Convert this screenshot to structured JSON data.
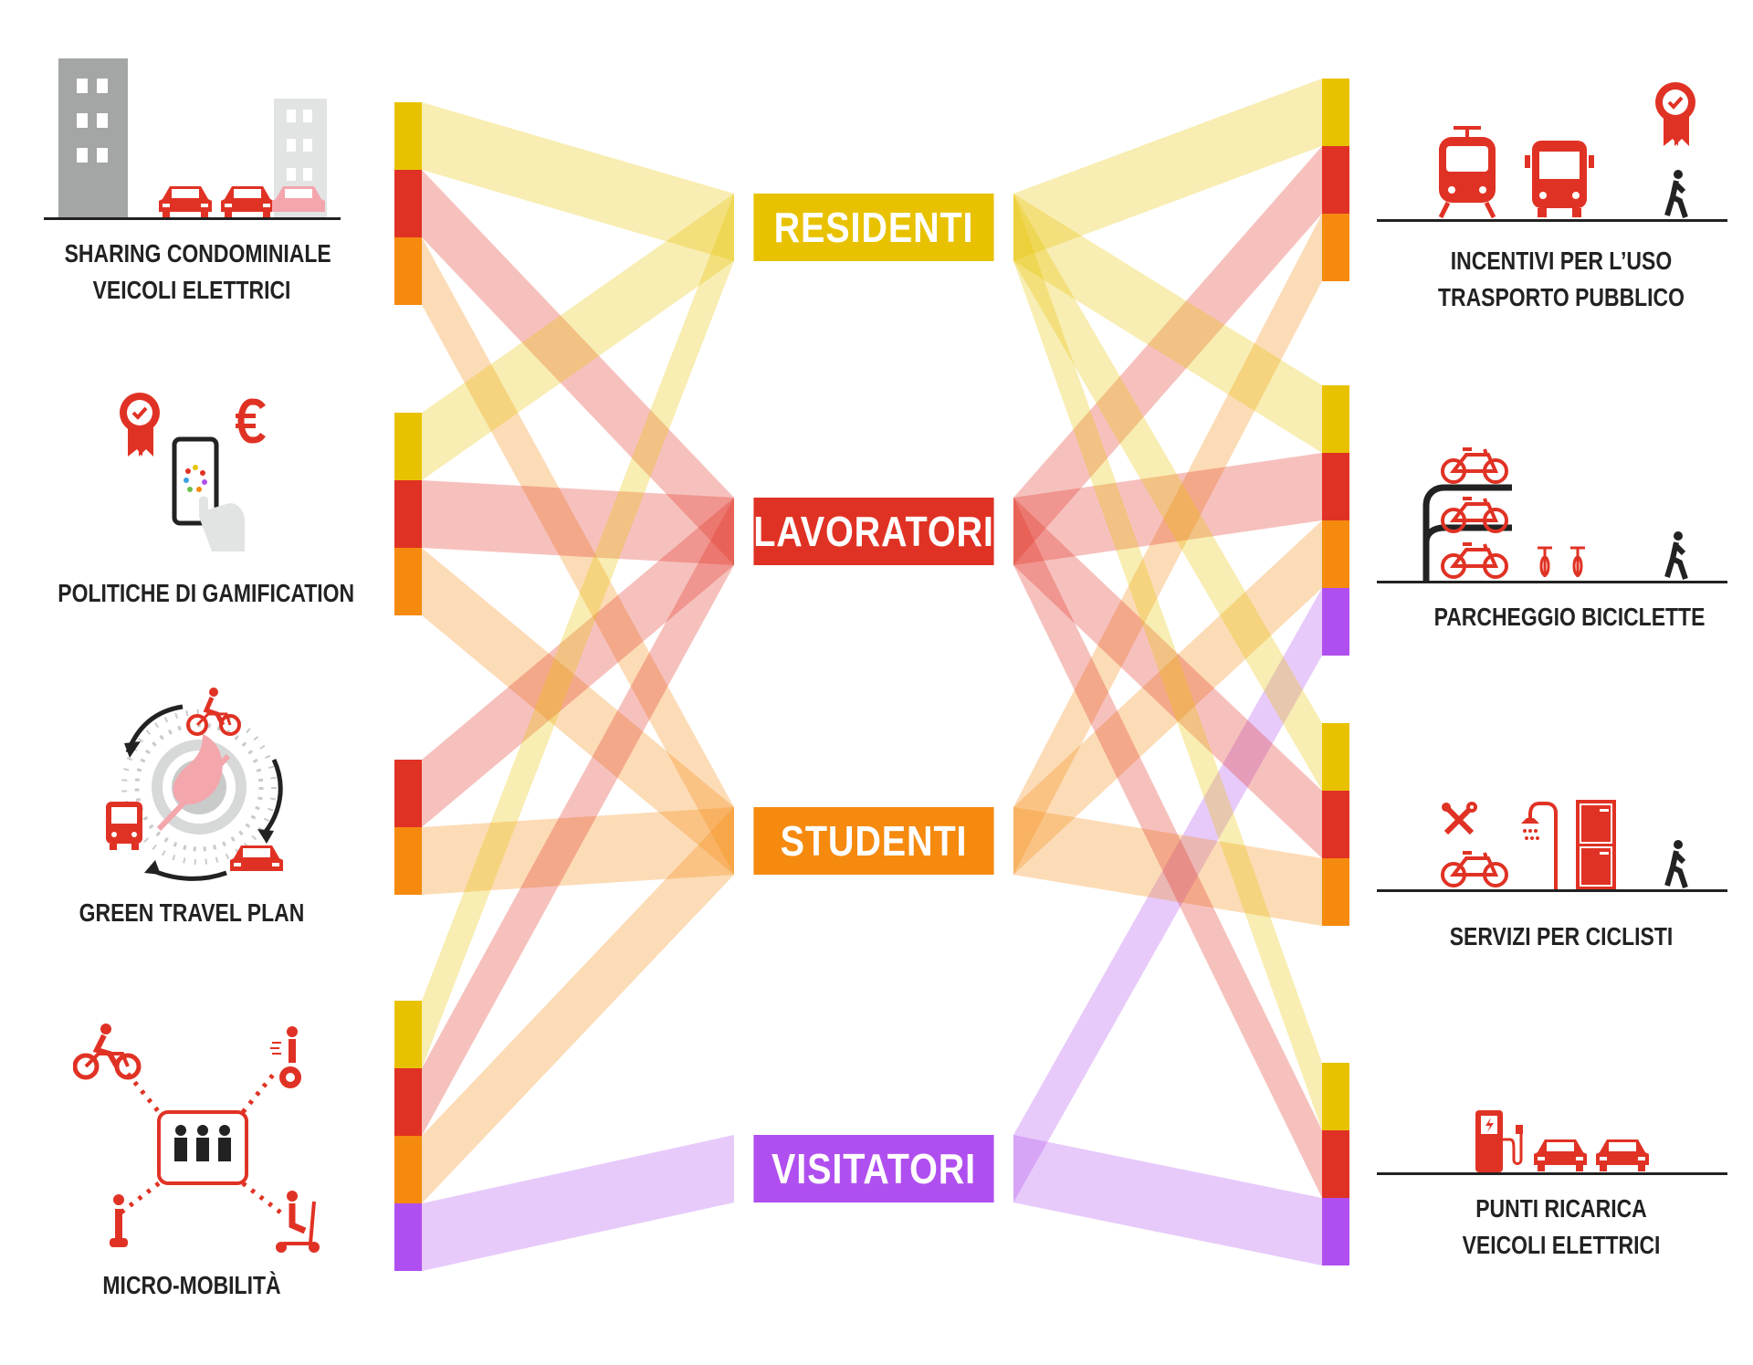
{
  "hubs": [
    {
      "id": "residenti",
      "label": "RESIDENTI",
      "color": "#e8c200"
    },
    {
      "id": "lavoratori",
      "label": "LAVORATORI",
      "color": "#e03224"
    },
    {
      "id": "studenti",
      "label": "STUDENTI",
      "color": "#f58a0f"
    },
    {
      "id": "visitatori",
      "label": "VISITATORI",
      "color": "#b04ff0"
    }
  ],
  "measures_left": [
    {
      "id": "sharing",
      "lines": [
        "SHARING CONDOMINIALE",
        "VEICOLI ELETTRICI"
      ],
      "icons": [
        "building-icon",
        "car-icon"
      ]
    },
    {
      "id": "gamification",
      "lines": [
        "POLITICHE DI GAMIFICATION"
      ],
      "icons": [
        "award-badge-icon",
        "smartphone-icon",
        "euro-icon"
      ]
    },
    {
      "id": "green-travel",
      "lines": [
        "GREEN TRAVEL PLAN"
      ],
      "icons": [
        "leaf-icon",
        "bicycle-icon",
        "bus-icon",
        "car-icon"
      ]
    },
    {
      "id": "micro",
      "lines": [
        "MICRO-MOBILITÀ"
      ],
      "icons": [
        "people-icon",
        "bicycle-icon",
        "segway-icon",
        "scooter-icon"
      ]
    }
  ],
  "measures_right": [
    {
      "id": "incentivi",
      "lines": [
        "INCENTIVI  PER L’USO",
        "TRASPORTO PUBBLICO"
      ],
      "icons": [
        "tram-icon",
        "bus-icon",
        "award-badge-icon",
        "pedestrian-icon"
      ]
    },
    {
      "id": "parcheggio",
      "lines": [
        "PARCHEGGIO BICICLETTE"
      ],
      "icons": [
        "bike-rack-icon",
        "bicycle-icon",
        "pedestrian-icon"
      ]
    },
    {
      "id": "servizi",
      "lines": [
        "SERVIZI PER CICLISTI"
      ],
      "icons": [
        "tools-icon",
        "shower-icon",
        "locker-icon",
        "pedestrian-icon"
      ]
    },
    {
      "id": "ricarica",
      "lines": [
        "PUNTI RICARICA",
        "VEICOLI ELETTRICI"
      ],
      "icons": [
        "charging-station-icon",
        "car-icon"
      ]
    }
  ],
  "links_left": [
    {
      "measure": "sharing",
      "hubs": [
        "residenti",
        "lavoratori",
        "studenti"
      ]
    },
    {
      "measure": "gamification",
      "hubs": [
        "residenti",
        "lavoratori",
        "studenti"
      ]
    },
    {
      "measure": "green-travel",
      "hubs": [
        "lavoratori",
        "studenti"
      ]
    },
    {
      "measure": "micro",
      "hubs": [
        "residenti",
        "lavoratori",
        "studenti",
        "visitatori"
      ]
    }
  ],
  "links_right": [
    {
      "measure": "incentivi",
      "hubs": [
        "residenti",
        "lavoratori",
        "studenti"
      ]
    },
    {
      "measure": "parcheggio",
      "hubs": [
        "residenti",
        "lavoratori",
        "studenti",
        "visitatori"
      ]
    },
    {
      "measure": "servizi",
      "hubs": [
        "residenti",
        "lavoratori",
        "studenti"
      ]
    },
    {
      "measure": "ricarica",
      "hubs": [
        "residenti",
        "lavoratori",
        "visitatori"
      ]
    }
  ],
  "colors": {
    "accent_red": "#e03224",
    "ink": "#222222",
    "grey_building": "#a3a6a5"
  }
}
